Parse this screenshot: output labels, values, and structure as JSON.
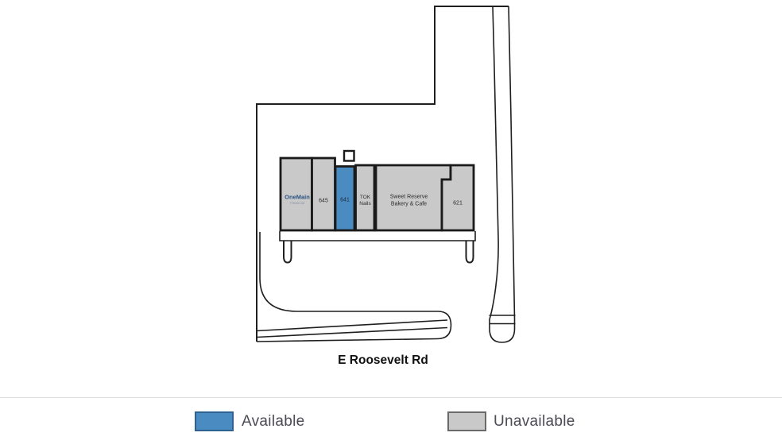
{
  "plan": {
    "street": {
      "label": "E Roosevelt Rd"
    },
    "units": [
      {
        "name": "OneMain Financial",
        "line1": "OneMain",
        "line2": "Financial",
        "status": "unavailable"
      },
      {
        "name": "645",
        "label": "645",
        "status": "unavailable"
      },
      {
        "name": "641",
        "label": "641",
        "status": "available"
      },
      {
        "name": "TOK Nails",
        "line1": "TOK",
        "line2": "Nails",
        "status": "unavailable"
      },
      {
        "name": "Sweet Reserve Bakery & Cafe",
        "line1": "Sweet Reserve",
        "line2": "Bakery & Cafe",
        "status": "unavailable"
      },
      {
        "name": "621",
        "label": "621",
        "status": "unavailable"
      }
    ]
  },
  "legend": {
    "available": {
      "label": "Available",
      "fill": "#4a8bc2",
      "border": "#2f6290"
    },
    "unavailable": {
      "label": "Unavailable",
      "fill": "#c9c9c9",
      "border": "#6a6a6a"
    }
  }
}
